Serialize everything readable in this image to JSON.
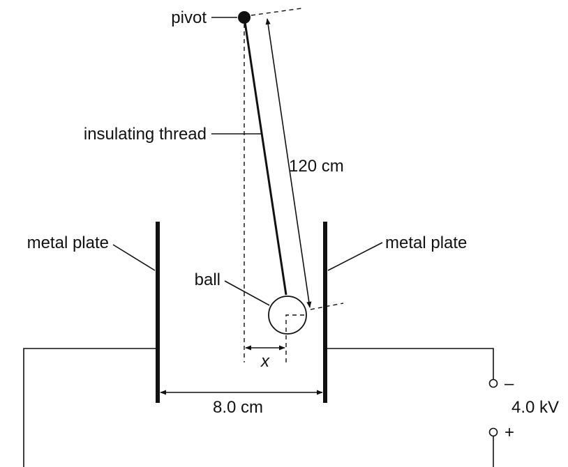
{
  "labels": {
    "pivot": "pivot",
    "thread": "insulating thread",
    "length": "120 cm",
    "plate_left": "metal plate",
    "plate_right": "metal plate",
    "ball": "ball",
    "deflection": "x",
    "separation": "8.0 cm",
    "voltage": "4.0 kV",
    "terminal_negative": "–",
    "terminal_positive": "+"
  }
}
